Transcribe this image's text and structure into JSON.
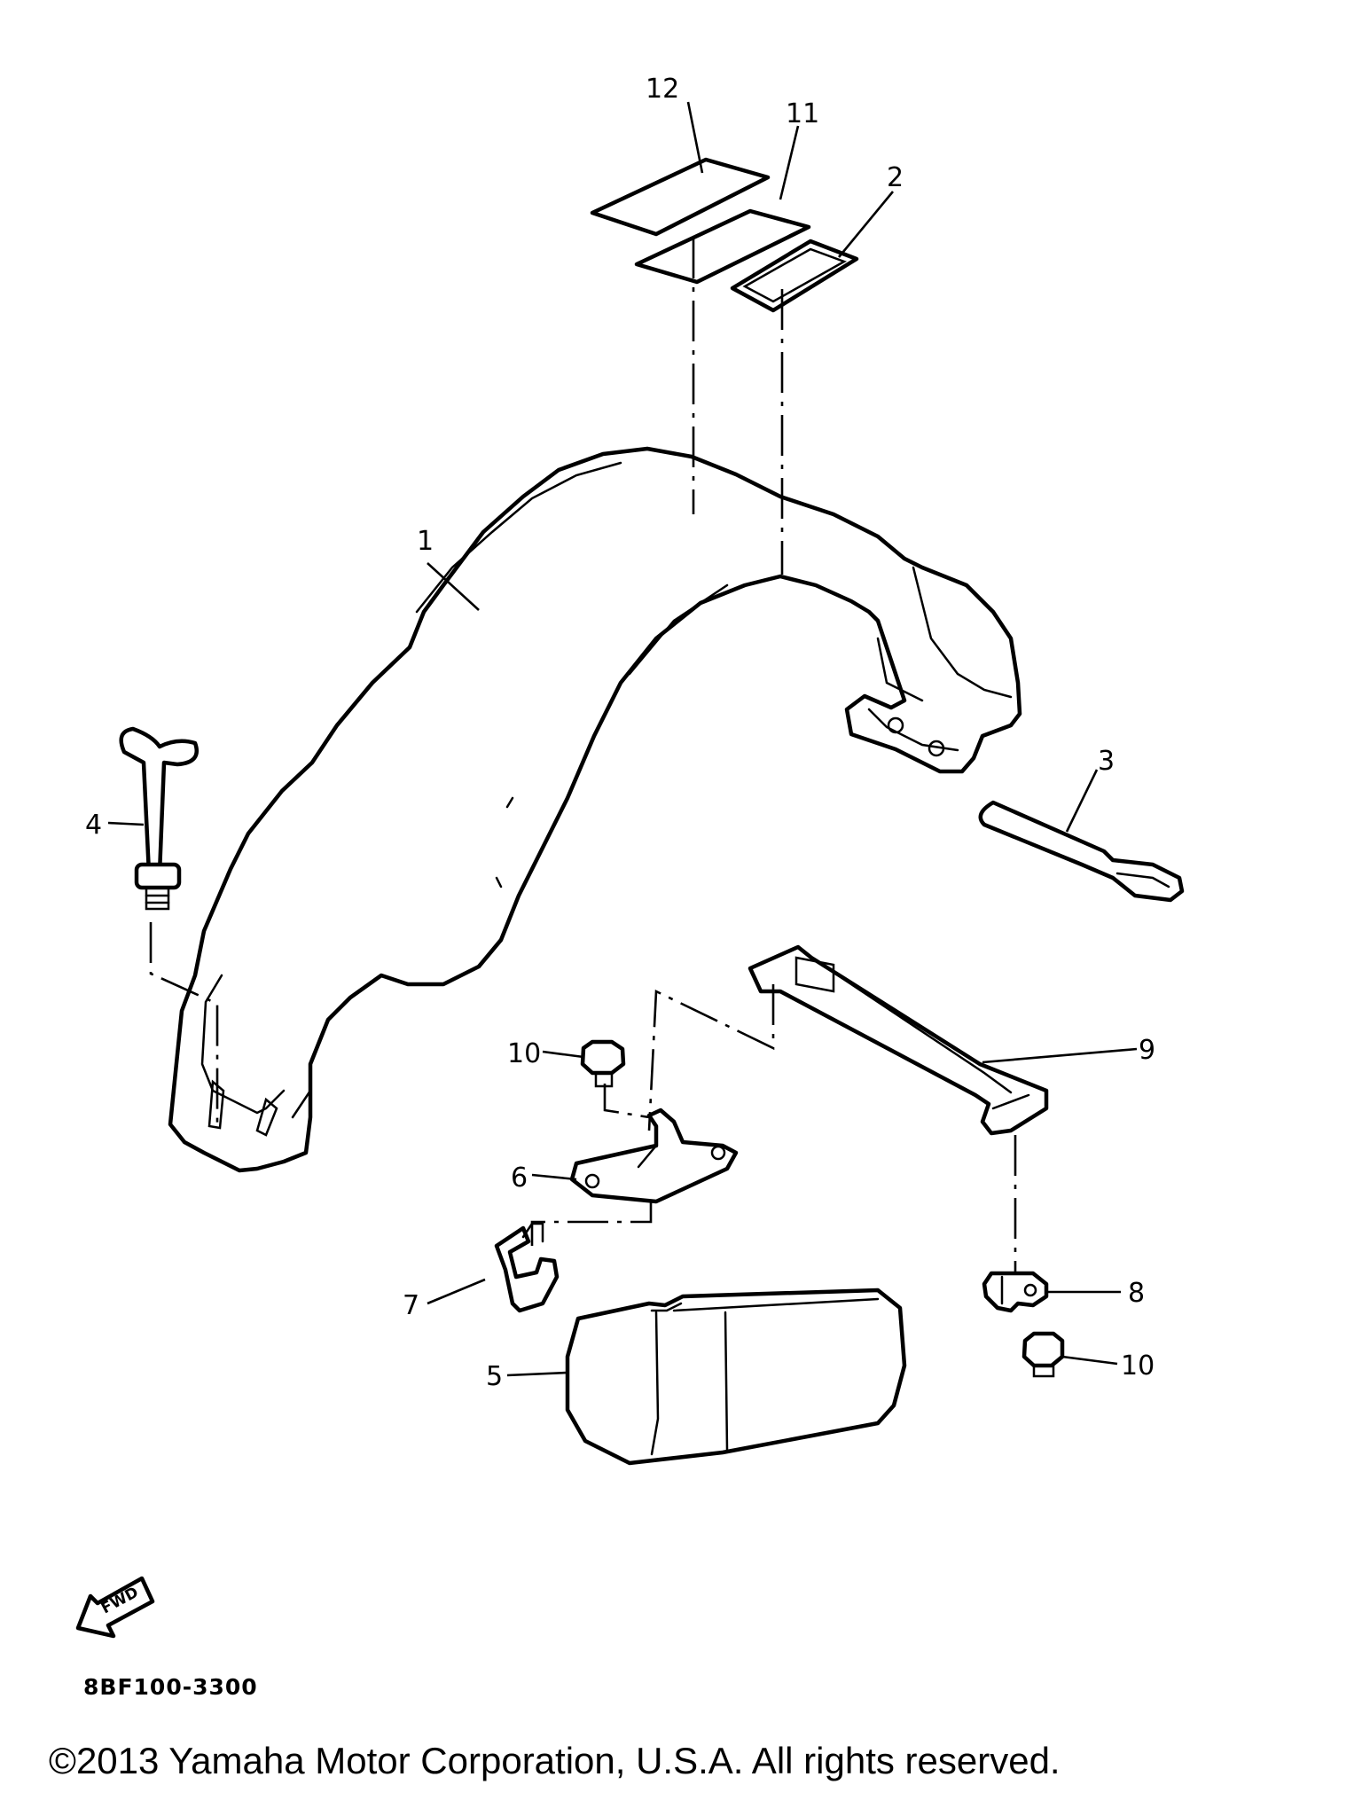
{
  "callouts": {
    "c1": "1",
    "c2": "2",
    "c3": "3",
    "c4": "4",
    "c5": "5",
    "c6": "6",
    "c7": "7",
    "c8": "8",
    "c9": "9",
    "c10a": "10",
    "c10b": "10",
    "c11": "11",
    "c12": "12"
  },
  "fwd_label": "FWD",
  "reference_code": "8BF100-3300",
  "copyright": "©2013 Yamaha Motor Corporation, U.S.A. All rights reserved."
}
